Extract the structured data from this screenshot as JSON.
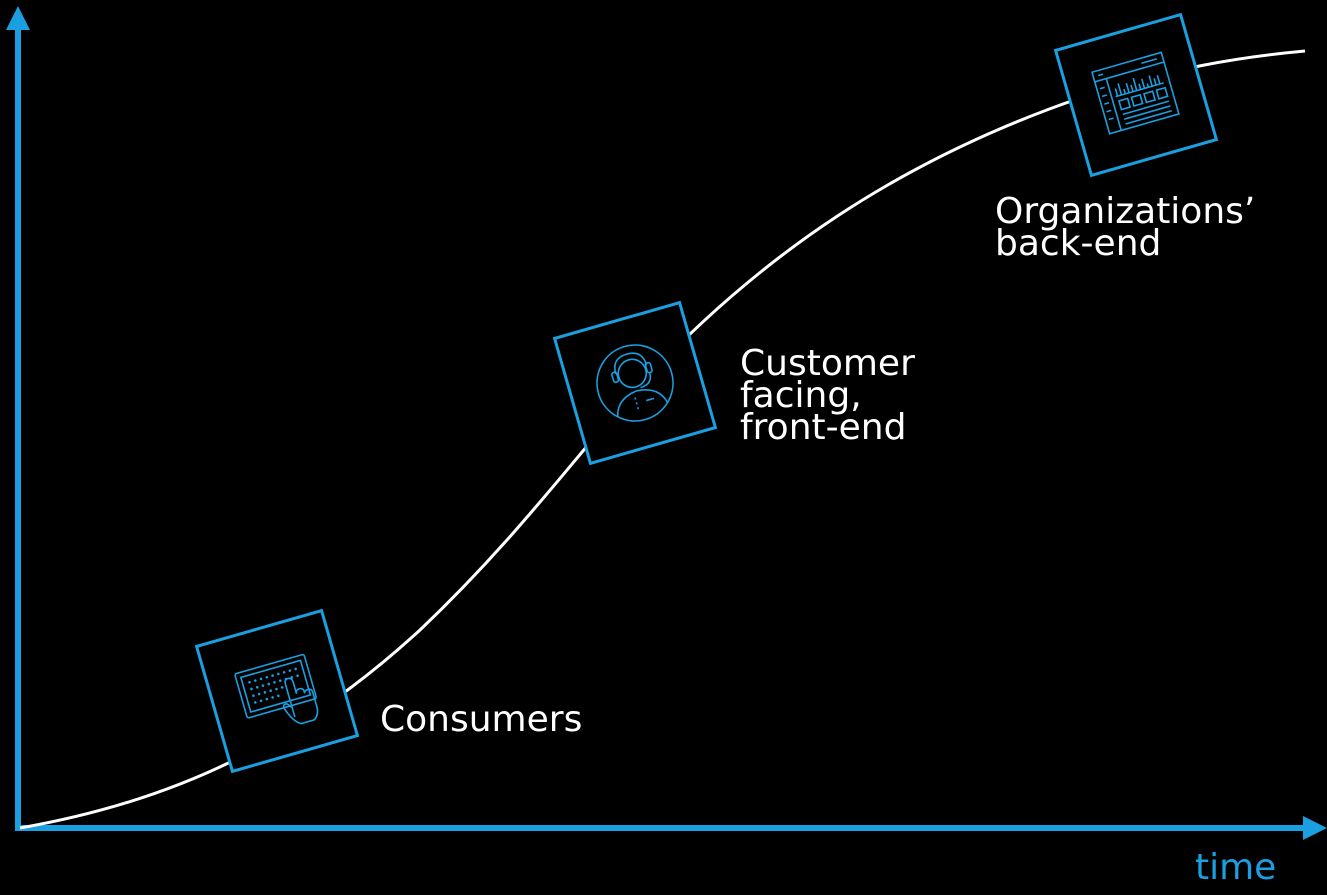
{
  "colors": {
    "background": "#000000",
    "accent": "#1a9fe0",
    "curve": "#ffffff"
  },
  "x_axis_label": "time",
  "stages": [
    {
      "label": "Consumers",
      "icon": "touch-keypad-icon"
    },
    {
      "label": "Customer\nfacing,\nfront-end",
      "icon": "customer-support-agent-icon"
    },
    {
      "label": "Organizations’\nback-end",
      "icon": "dashboard-window-icon"
    }
  ]
}
